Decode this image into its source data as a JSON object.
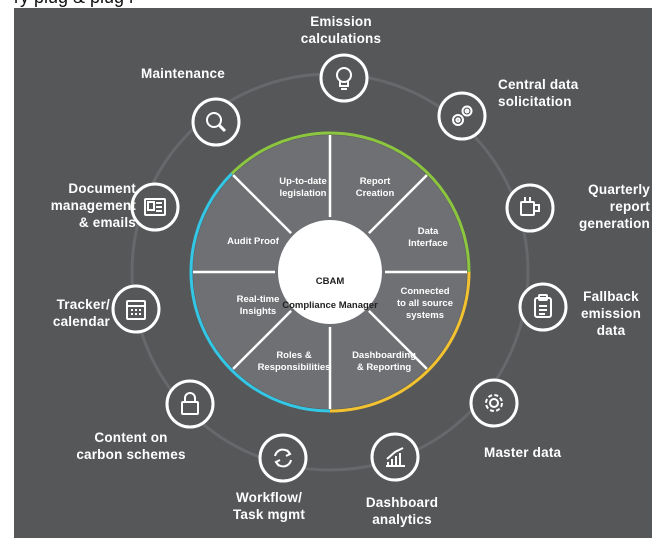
{
  "header_fragment": "ry plug & plug i",
  "center": {
    "line1": "CBAM",
    "line2": "Compliance Manager"
  },
  "segments": [
    {
      "id": "report-creation",
      "text": "Report\nCreation"
    },
    {
      "id": "data-interface",
      "text": "Data\nInterface"
    },
    {
      "id": "connected",
      "text": "Connected\nto all source\nsystems"
    },
    {
      "id": "dashboarding",
      "text": "Dashboarding\n& Reporting"
    },
    {
      "id": "roles",
      "text": "Roles &\nResponsibilities"
    },
    {
      "id": "realtime",
      "text": "Real-time\nInsights"
    },
    {
      "id": "audit",
      "text": "Audit Proof"
    },
    {
      "id": "legislation",
      "text": "Up-to-date\nlegislation"
    }
  ],
  "modules": [
    {
      "id": "emission-calculations",
      "label": "Emission\ncalculations",
      "icon": "lightbulb-icon"
    },
    {
      "id": "central-data",
      "label": "Central data\nsolicitation",
      "icon": "gears-icon"
    },
    {
      "id": "quarterly-report",
      "label": "Quarterly\nreport\ngeneration",
      "icon": "coffee-cup-icon"
    },
    {
      "id": "fallback-emission",
      "label": "Fallback\nemission\ndata",
      "icon": "clipboard-icon"
    },
    {
      "id": "master-data",
      "label": "Master data",
      "icon": "settings-gear-icon"
    },
    {
      "id": "dashboard-analytics",
      "label": "Dashboard\nanalytics",
      "icon": "bar-chart-icon"
    },
    {
      "id": "workflow",
      "label": "Workflow/\nTask mgmt",
      "icon": "refresh-icon"
    },
    {
      "id": "content-carbon",
      "label": "Content on\ncarbon schemes",
      "icon": "lock-icon"
    },
    {
      "id": "tracker",
      "label": "Tracker/\ncalendar",
      "icon": "calendar-icon"
    },
    {
      "id": "document-management",
      "label": "Document\nmanagement\n& emails",
      "icon": "newspaper-icon"
    },
    {
      "id": "maintenance",
      "label": "Maintenance",
      "icon": "search-icon"
    }
  ],
  "colors": {
    "panel": "#555759",
    "wheel": "#6e7073",
    "ring_track": "#66686b",
    "green": "#8cc63f",
    "yellow": "#f2c230",
    "cyan": "#33c7e6",
    "white": "#ffffff"
  }
}
